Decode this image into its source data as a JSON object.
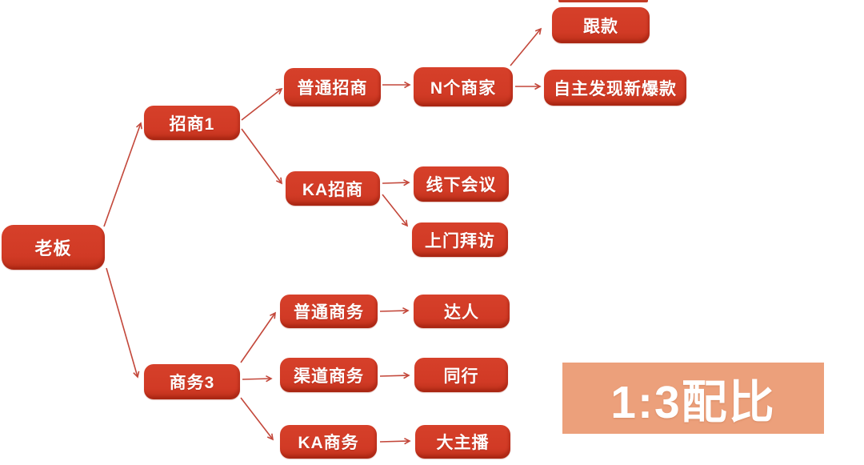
{
  "diagram": {
    "nodes": {
      "boss": {
        "label": "老板"
      },
      "zs1": {
        "label": "招商1"
      },
      "ptzs": {
        "label": "普通招商"
      },
      "kazs": {
        "label": "KA招商"
      },
      "nmer": {
        "label": "N个商家"
      },
      "genkuan": {
        "label": "跟款"
      },
      "zizhu": {
        "label": "自主发现新爆款"
      },
      "xxhy": {
        "label": "线下会议"
      },
      "smbf": {
        "label": "上门拜访"
      },
      "sw3": {
        "label": "商务3"
      },
      "ptsw": {
        "label": "普通商务"
      },
      "daren": {
        "label": "达人"
      },
      "qdsw": {
        "label": "渠道商务"
      },
      "tonghang": {
        "label": "同行"
      },
      "kasw": {
        "label": "KA商务"
      },
      "dzb": {
        "label": "大主播"
      }
    },
    "edges": [
      {
        "from": "boss",
        "to": "zs1"
      },
      {
        "from": "boss",
        "to": "sw3"
      },
      {
        "from": "zs1",
        "to": "ptzs"
      },
      {
        "from": "zs1",
        "to": "kazs"
      },
      {
        "from": "ptzs",
        "to": "nmer"
      },
      {
        "from": "nmer",
        "to": "genkuan"
      },
      {
        "from": "nmer",
        "to": "zizhu"
      },
      {
        "from": "kazs",
        "to": "xxhy"
      },
      {
        "from": "kazs",
        "to": "smbf"
      },
      {
        "from": "sw3",
        "to": "ptsw"
      },
      {
        "from": "sw3",
        "to": "qdsw"
      },
      {
        "from": "sw3",
        "to": "kasw"
      },
      {
        "from": "ptsw",
        "to": "daren"
      },
      {
        "from": "qdsw",
        "to": "tonghang"
      },
      {
        "from": "kasw",
        "to": "dzb"
      }
    ],
    "banner": {
      "label": "1:3配比"
    },
    "colors": {
      "node_fill": "#D13A25",
      "node_shade": "#BC3019",
      "arrow": "#C3473A",
      "banner_fill": "#ECA07B",
      "text": "#FFFFFF",
      "background": "#FFFFFF"
    }
  }
}
